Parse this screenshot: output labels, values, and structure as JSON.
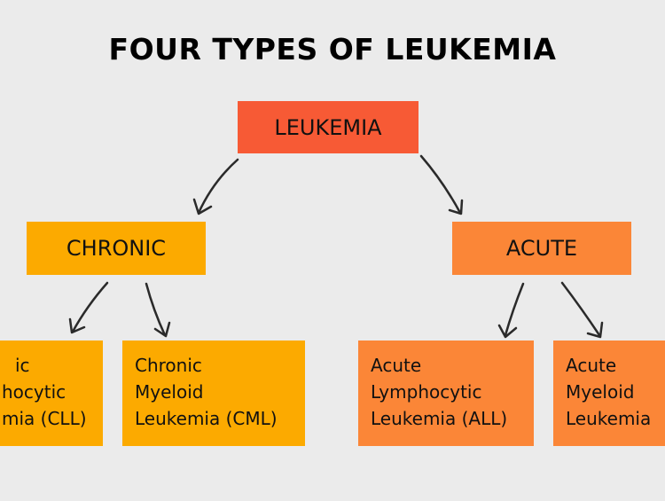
{
  "title": "FOUR TYPES OF LEUKEMIA",
  "root": {
    "label": "LEUKEMIA",
    "color": "#f75a35"
  },
  "branches": [
    {
      "label": "CHRONIC",
      "color": "#fcaa00",
      "children": [
        {
          "lines": [
            "Chronic",
            "Lymphocytic",
            "Leukemia (CLL)"
          ],
          "visible_lines": [
            "ic",
            "hocytic",
            "mia (CLL)"
          ]
        },
        {
          "lines": [
            "Chronic",
            "Myeloid",
            "Leukemia (CML)"
          ]
        }
      ]
    },
    {
      "label": "ACUTE",
      "color": "#fb8637",
      "children": [
        {
          "lines": [
            "Acute",
            "Lymphocytic",
            "Leukemia (ALL)"
          ]
        },
        {
          "lines": [
            "Acute",
            "Myeloid",
            "Leukemia"
          ]
        }
      ]
    }
  ]
}
